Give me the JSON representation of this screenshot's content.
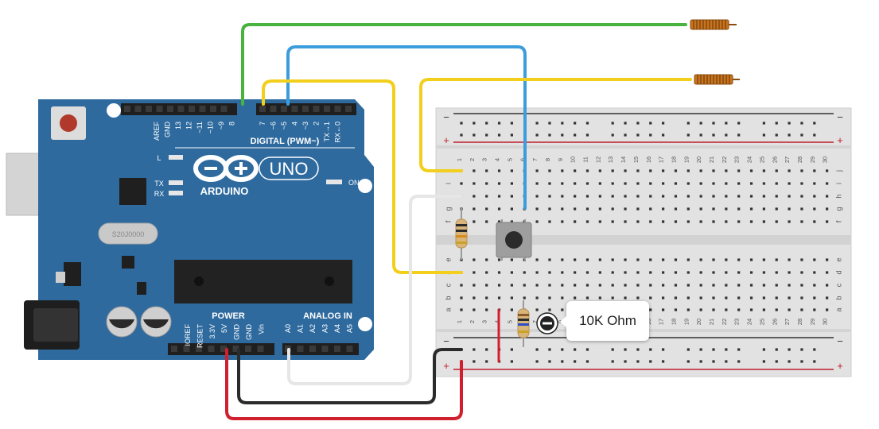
{
  "arduino": {
    "brand": "ARDUINO",
    "model": "UNO",
    "digital_label": "DIGITAL (PWM~)",
    "power_label": "POWER",
    "analog_label": "ANALOG IN",
    "crystal_label": "S20J0000",
    "led_labels": {
      "l": "L",
      "tx": "TX",
      "rx": "RX",
      "on": "ON"
    },
    "digital_pins": [
      "AREF",
      "GND",
      "13",
      "12",
      "~11",
      "~10",
      "~9",
      "8",
      "7",
      "~6",
      "~5",
      "4",
      "~3",
      "2",
      "TX→1",
      "RX←0"
    ],
    "power_pins": [
      "IOREF",
      "RESET",
      "3.3V",
      "5V",
      "GND",
      "GND",
      "Vin"
    ],
    "analog_pins": [
      "A0",
      "A1",
      "A2",
      "A3",
      "A4",
      "A5"
    ]
  },
  "breadboard": {
    "rail_minus": "−",
    "rail_plus": "+",
    "row_letters_top": [
      "j",
      "i",
      "h",
      "g",
      "f"
    ],
    "row_letters_bottom": [
      "e",
      "d",
      "c",
      "b",
      "a"
    ],
    "columns": [
      "1",
      "2",
      "3",
      "4",
      "5",
      "6",
      "7",
      "8",
      "9",
      "10",
      "11",
      "12",
      "13",
      "14",
      "15",
      "16",
      "17",
      "18",
      "19",
      "20",
      "21",
      "22",
      "23",
      "24",
      "25",
      "26",
      "27",
      "28",
      "29",
      "30"
    ]
  },
  "tooltip": {
    "text": "10K Ohm"
  },
  "colors": {
    "board_blue": "#2e6a9e",
    "wire_green": "#49b33f",
    "wire_blue": "#3b9ddb",
    "wire_yellow": "#f2cf1d",
    "wire_red": "#d0202e",
    "wire_black": "#2b2b2b",
    "wire_white": "#e8e8e8"
  }
}
